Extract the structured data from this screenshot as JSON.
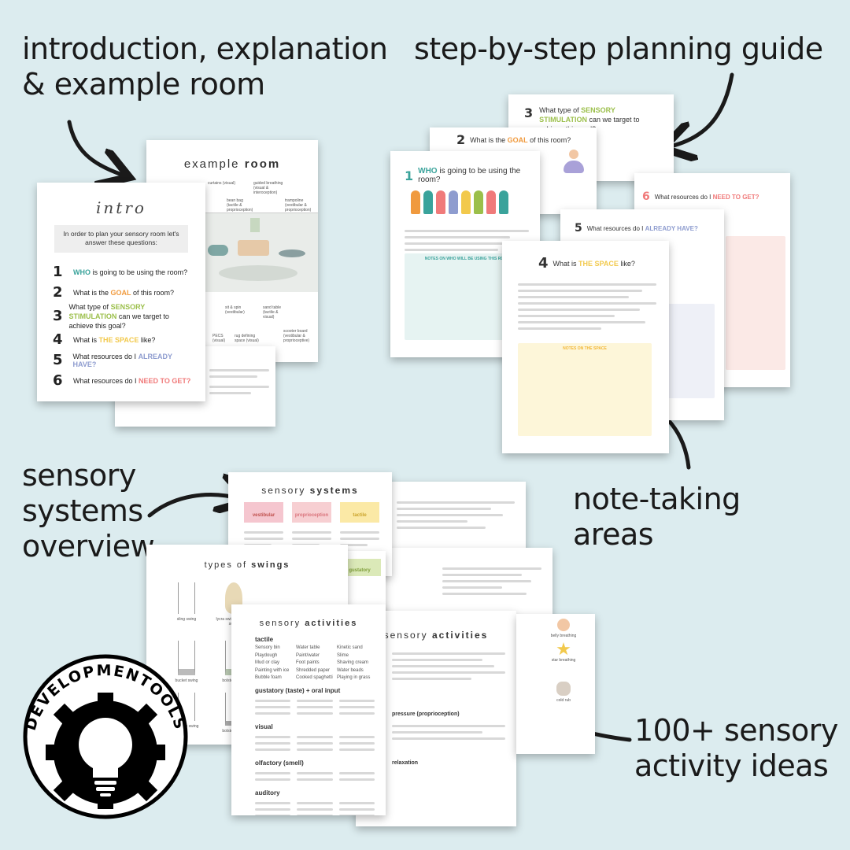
{
  "captions": {
    "intro": [
      "introduction, explanation",
      "& example room"
    ],
    "guide": "step-by-step planning guide",
    "systems": [
      "sensory",
      "systems",
      "overview"
    ],
    "notes": [
      "note-taking",
      "areas"
    ],
    "activities": [
      "100+ sensory",
      "activity ideas"
    ]
  },
  "intro_page": {
    "title": "intro",
    "subtitle": "In order to plan your sensory room let's answer these questions:",
    "questions": [
      {
        "num": "1",
        "pre": "",
        "hl": "WHO",
        "post": " is going to be using the room?",
        "color": "#3aa39b"
      },
      {
        "num": "2",
        "pre": "What is the ",
        "hl": "GOAL",
        "post": " of this room?",
        "color": "#f09a3e"
      },
      {
        "num": "3",
        "pre": "What type of ",
        "hl": "SENSORY STIMULATION",
        "post": " can we target to achieve this goal?",
        "color": "#9bbf4a"
      },
      {
        "num": "4",
        "pre": "What is ",
        "hl": "THE SPACE",
        "post": " like?",
        "color": "#f2c94c"
      },
      {
        "num": "5",
        "pre": "What resources do I ",
        "hl": "ALREADY HAVE?",
        "post": "",
        "color": "#8e9ccf"
      },
      {
        "num": "6",
        "pre": "What resources do I ",
        "hl": "NEED TO GET?",
        "post": "",
        "color": "#f07a7a"
      }
    ]
  },
  "example_room": {
    "title_a": "example ",
    "title_b": "room",
    "labels": [
      "curtains (visual)",
      "guided breathing (visual & interoception)",
      "bean bag (tactile & proprioception)",
      "trampoline (vestibular & proprioception)",
      "sit & spin (vestibular)",
      "sand table (tactile & visual)",
      "rug defining space (visual)",
      "PECS (visual)",
      "scooter board (vestibular & proprioceptive)"
    ]
  },
  "guide_pages": {
    "q1": {
      "num": "1",
      "hl": "WHO",
      "post": " is going to be using the room?",
      "note": "NOTES ON WHO WILL BE USING THIS ROOM"
    },
    "q2": {
      "num": "2",
      "pre": "What is the ",
      "hl": "GOAL",
      "post": " of this room?"
    },
    "q3": {
      "num": "3",
      "pre": "What type of ",
      "hl": "SENSORY STIMULATION",
      "post": " can we target to achieve this goal?"
    },
    "q4": {
      "num": "4",
      "pre": "What is ",
      "hl": "THE SPACE",
      "post": " like?",
      "note": "NOTES ON THE SPACE"
    },
    "q5": {
      "num": "5",
      "pre": "What resources do I ",
      "hl": "ALREADY HAVE?"
    },
    "q6": {
      "num": "6",
      "pre": "What resources do I ",
      "hl": "NEED TO GET?"
    }
  },
  "systems_page": {
    "title_a": "sensory ",
    "title_b": "systems",
    "tiles": [
      {
        "label": "vestibular",
        "color": "#f5c6cf"
      },
      {
        "label": "proprioception",
        "color": "#f7cfd2"
      },
      {
        "label": "tactile",
        "color": "#fbe9a6"
      }
    ],
    "extra": {
      "label": "gustatory",
      "color": "#dbe9b8"
    }
  },
  "swings_page": {
    "title_a": "types of ",
    "title_b": "swings",
    "items": [
      "sling swing",
      "lycra swing / cocoon swing",
      "bucket swing",
      "bolster swing",
      "trapeze swing",
      "bolster swing"
    ]
  },
  "activities_page": {
    "title_a": "sensory ",
    "title_b": "activities",
    "sections": [
      "tactile",
      "gustatory (taste) + oral input",
      "visual",
      "olfactory (smell)",
      "auditory"
    ],
    "col_items": [
      [
        "Sensory bin",
        "Playdough",
        "Mud or clay",
        "Painting with ice",
        "Bubble foam"
      ],
      [
        "Water table",
        "Paint/water",
        "Foot paints",
        "Shredded paper",
        "Cooked spaghetti"
      ],
      [
        "Kinetic sand",
        "Slime",
        "Shaving cream",
        "Water beads",
        "Playing in grass"
      ]
    ]
  },
  "activities_page2": {
    "title_a": "sensory ",
    "title_b": "activities",
    "section_mid": "pressure (proprioception)",
    "section_bottom": "relaxation",
    "right_labels": [
      "belly breathing",
      "star breathing",
      "cold rub"
    ]
  },
  "brand": {
    "name": "DEVELOPMENTOOLS"
  },
  "colors": {
    "background": "#dcecef",
    "teal": "#3aa39b",
    "orange": "#f09a3e",
    "green": "#9bbf4a",
    "yellow": "#f2c94c",
    "lavender": "#8e9ccf",
    "coral": "#f07a7a"
  }
}
